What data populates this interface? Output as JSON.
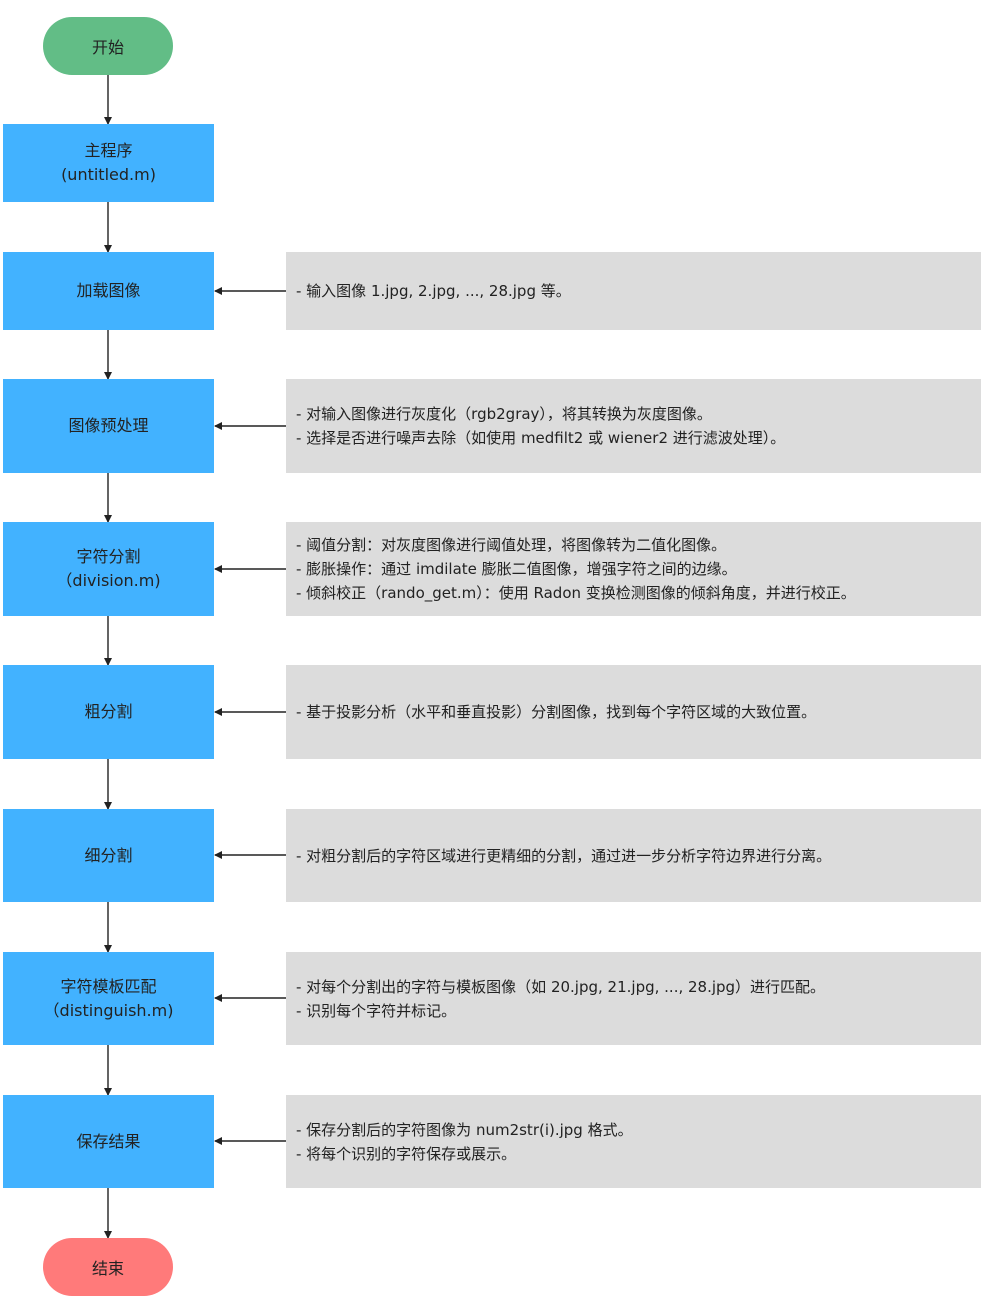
{
  "colors": {
    "start": "#62bd86",
    "end": "#ff7a7a",
    "step": "#42b2ff",
    "note": "#dcdcdc",
    "connector": "#222222"
  },
  "flow": {
    "start": "开始",
    "end": "结束",
    "steps": [
      {
        "id": "main",
        "lines": [
          "主程序",
          "(untitled.m)"
        ]
      },
      {
        "id": "load",
        "lines": [
          "加载图像"
        ]
      },
      {
        "id": "preprocess",
        "lines": [
          "图像预处理"
        ]
      },
      {
        "id": "char-seg",
        "lines": [
          "字符分割",
          "（division.m)"
        ]
      },
      {
        "id": "coarse-seg",
        "lines": [
          "粗分割"
        ]
      },
      {
        "id": "fine-seg",
        "lines": [
          "细分割"
        ]
      },
      {
        "id": "template-match",
        "lines": [
          "字符模板匹配",
          "（distinguish.m)"
        ]
      },
      {
        "id": "save",
        "lines": [
          "保存结果"
        ]
      }
    ]
  },
  "notes": {
    "load": [
      "- 输入图像 1.jpg, 2.jpg, ..., 28.jpg 等。"
    ],
    "preprocess": [
      "- 对输入图像进行灰度化（rgb2gray），将其转换为灰度图像。",
      "- 选择是否进行噪声去除（如使用 medfilt2 或 wiener2 进行滤波处理）。"
    ],
    "char-seg": [
      "- 阈值分割：对灰度图像进行阈值处理，将图像转为二值化图像。",
      "- 膨胀操作：通过 imdilate 膨胀二值图像，增强字符之间的边缘。",
      "- 倾斜校正（rando_get.m）：使用 Radon 变换检测图像的倾斜角度，并进行校正。"
    ],
    "coarse-seg": [
      "- 基于投影分析（水平和垂直投影）分割图像，找到每个字符区域的大致位置。"
    ],
    "fine-seg": [
      "- 对粗分割后的字符区域进行更精细的分割，通过进一步分析字符边界进行分离。"
    ],
    "template-match": [
      "- 对每个分割出的字符与模板图像（如 20.jpg, 21.jpg, ..., 28.jpg）进行匹配。",
      "- 识别每个字符并标记。"
    ],
    "save": [
      "- 保存分割后的字符图像为 num2str(i).jpg 格式。",
      "- 将每个识别的字符保存或展示。"
    ]
  }
}
